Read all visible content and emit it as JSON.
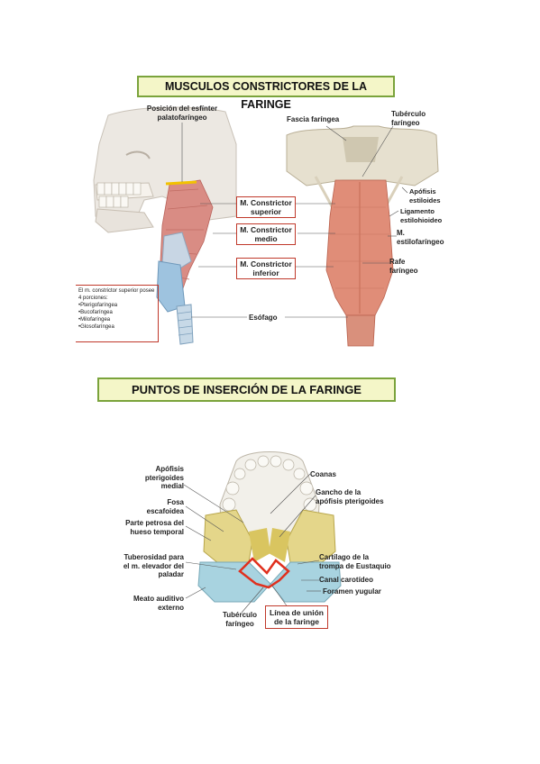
{
  "section1": {
    "title": "MUSCULOS CONSTRICTORES DE LA FARINGE",
    "labels": {
      "sphincter_line1": "Posición del esfínter",
      "sphincter_line2": "palatofaríngeo",
      "fascia": "Fascia faríngea",
      "tuberculo_line1": "Tubérculo",
      "tuberculo_line2": "faríngeo",
      "apofisis_line1": "Apófisis",
      "apofisis_line2": "estiloides",
      "ligamento_line1": "Ligamento",
      "ligamento_line2": "estilohioideo",
      "estilofaringeo_line1": "M.",
      "estilofaringeo_line2": "estilofaríngeo",
      "rafe_line1": "Rafe",
      "rafe_line2": "faríngeo",
      "esofago": "Esófago"
    },
    "boxes": {
      "superior_line1": "M. Constrictor",
      "superior_line2": "superior",
      "medio_line1": "M. Constrictor",
      "medio_line2": "medio",
      "inferior_line1": "M. Constrictor",
      "inferior_line2": "inferior"
    },
    "note": {
      "intro": "El m. constrictor superior posee 4 porciones:",
      "items": [
        "•Pterigofaríngea",
        "•Bucofaríngea",
        "•Milofaríngea",
        "•Glosofaríngea"
      ]
    }
  },
  "section2": {
    "title": "PUNTOS DE INSERCIÓN DE LA FARINGE",
    "labels": {
      "apofisis_line1": "Apófisis",
      "apofisis_line2": "pterigoides",
      "apofisis_line3": "medial",
      "fosa_line1": "Fosa",
      "fosa_line2": "escafoidea",
      "petrosa_line1": "Parte petrosa del",
      "petrosa_line2": "hueso temporal",
      "tuberosidad_line1": "Tuberosidad para",
      "tuberosidad_line2": "el m. elevador del",
      "tuberosidad_line3": "paladar",
      "meato_line1": "Meato auditivo",
      "meato_line2": "externo",
      "coanas": "Coanas",
      "gancho_line1": "Gancho de la",
      "gancho_line2": "apófisis pterigoides",
      "cartilago_line1": "Cartílago de la",
      "cartilago_line2": "trompa de Eustaquio",
      "canal": "Canal carotídeo",
      "foramen": "Foramen yugular",
      "tuberculo_line1": "Tubérculo",
      "tuberculo_line2": "faríngeo"
    },
    "box": {
      "line1": "Línea de unión",
      "line2": "de la faringe"
    }
  }
}
